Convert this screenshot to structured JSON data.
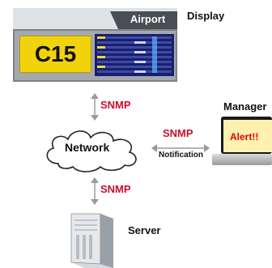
{
  "display": {
    "label": "Display",
    "airport_tab": "Airport",
    "gate": "C15"
  },
  "network": {
    "label": "Network"
  },
  "manager": {
    "label": "Manager",
    "alert": "Alert!!"
  },
  "server": {
    "label": "Server"
  },
  "links": {
    "display_network": "SNMP",
    "network_manager": "SNMP",
    "network_manager_sub": "Notification",
    "network_server": "SNMP"
  },
  "colors": {
    "snmp_text": "#c8102e",
    "arrow": "#9a9a9a",
    "gate_bg": "#f2d20a",
    "alert_text": "#e60000"
  }
}
